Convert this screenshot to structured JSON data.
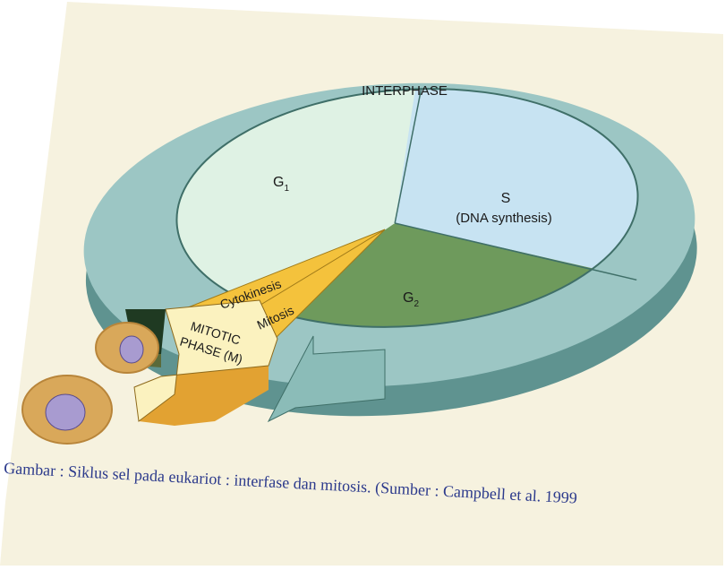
{
  "diagram": {
    "ring_label": "INTERPHASE",
    "phases": [
      {
        "id": "g1",
        "label": "G",
        "subscript": "1",
        "color": "#dff2e4"
      },
      {
        "id": "s",
        "label": "S",
        "sublabel": "(DNA synthesis)",
        "color": "#c7e3f2"
      },
      {
        "id": "g2",
        "label": "G",
        "subscript": "2",
        "color": "#6e9a5c"
      }
    ],
    "mitotic": {
      "label_line1": "MITOTIC",
      "label_line2": "PHASE (M)",
      "cytokinesis": "Cytokinesis",
      "mitosis": "Mitosis",
      "color": "#f4c23c",
      "arrow_color": "#fbf2bf"
    },
    "ring_color": "#9cc6c4",
    "cell_color": "#d9a85a",
    "nucleus_color": "#a89bd0"
  },
  "caption": "Gambar : Siklus sel pada eukariot : interfase dan mitosis. (Sumber : Campbell et al. 1999"
}
